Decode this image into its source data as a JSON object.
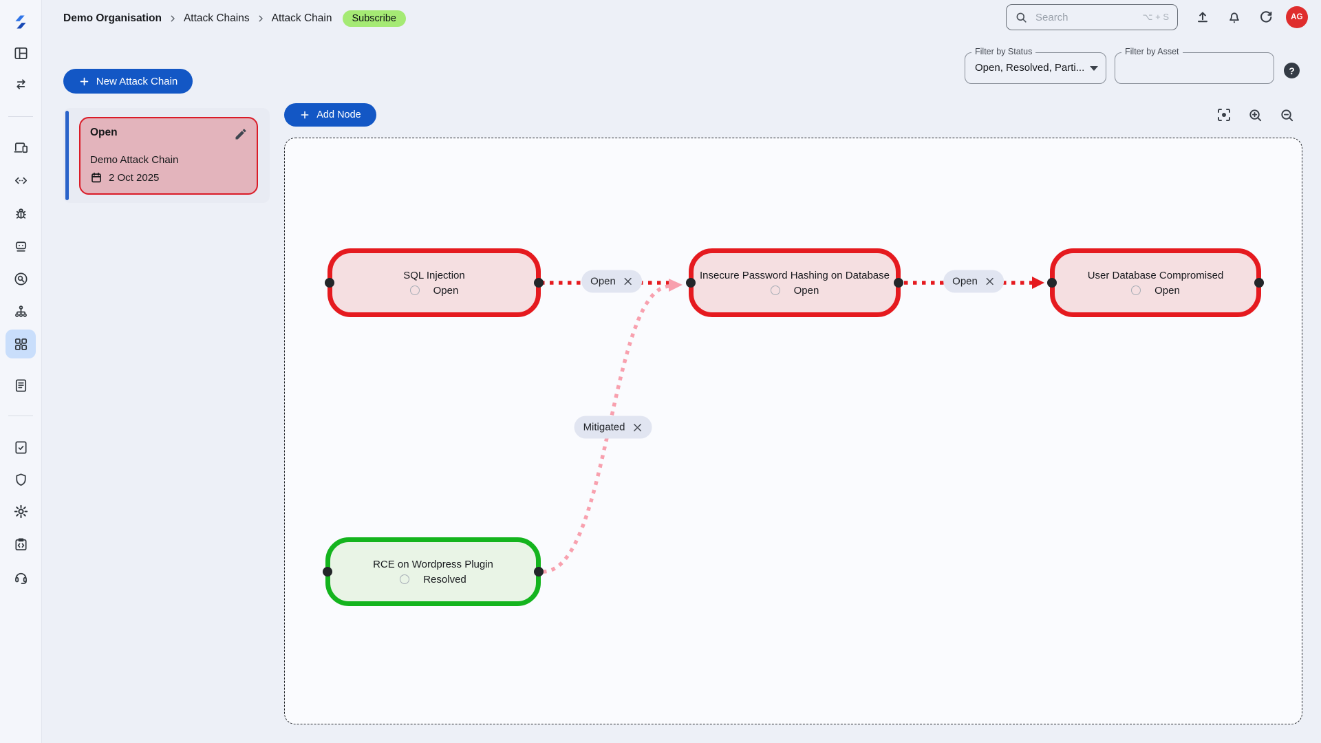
{
  "sidebar": {
    "items": [
      {
        "icon": "app-logo"
      },
      {
        "icon": "dashboard-layout"
      },
      {
        "icon": "swap-arrows"
      },
      {
        "icon": "devices"
      },
      {
        "icon": "code"
      },
      {
        "icon": "bug"
      },
      {
        "icon": "robot"
      },
      {
        "icon": "scope"
      },
      {
        "icon": "sitemap"
      },
      {
        "icon": "attack-chains-grid",
        "active": true
      },
      {
        "icon": "report-document"
      },
      {
        "icon": "task-checklist"
      },
      {
        "icon": "shield"
      },
      {
        "icon": "settings-gear"
      },
      {
        "icon": "clipboard-code"
      },
      {
        "icon": "support-headset"
      }
    ]
  },
  "header": {
    "breadcrumb": [
      "Demo Organisation",
      "Attack Chains",
      "Attack Chain"
    ],
    "subscribe_badge": "Subscribe",
    "search": {
      "placeholder": "Search",
      "shortcut": "⌥ + S"
    },
    "avatar_initials": "AG"
  },
  "toolbar": {
    "new_attack_chain": "New Attack Chain",
    "filter_status": {
      "label": "Filter by Status",
      "value": "Open, Resolved, Parti..."
    },
    "filter_asset": {
      "label": "Filter by Asset",
      "value": ""
    },
    "help": "?"
  },
  "chain_card": {
    "status": "Open",
    "title": "Demo Attack Chain",
    "date": "2 Oct 2025"
  },
  "canvas": {
    "add_node": "Add Node",
    "nodes": [
      {
        "title": "SQL Injection",
        "status": "Open",
        "state": "open"
      },
      {
        "title": "Insecure Password Hashing on Database",
        "status": "Open",
        "state": "open"
      },
      {
        "title": "User Database Compromised",
        "status": "Open",
        "state": "open"
      },
      {
        "title": "RCE on Wordpress Plugin",
        "status": "Resolved",
        "state": "resolved"
      }
    ],
    "edges": [
      {
        "label": "Open",
        "from": "SQL Injection",
        "to": "Insecure Password Hashing on Database",
        "style": "red-dotted"
      },
      {
        "label": "Open",
        "from": "Insecure Password Hashing on Database",
        "to": "User Database Compromised",
        "style": "red-dotted"
      },
      {
        "label": "Mitigated",
        "from": "RCE on Wordpress Plugin",
        "to": "Insecure Password Hashing on Database",
        "style": "pink-dotted"
      }
    ]
  },
  "colors": {
    "accent_blue": "#1357c5",
    "open_red": "#e51a1f",
    "open_node_bg": "#f5dfe1",
    "resolved_green": "#14b41e",
    "resolved_node_bg": "#e9f4e6",
    "mitigated_edge_pink": "#f8a0ae",
    "subscribe_green": "#a5ea74",
    "avatar_red": "#df2d2d",
    "edge_pill_bg": "#e1e5f1"
  }
}
